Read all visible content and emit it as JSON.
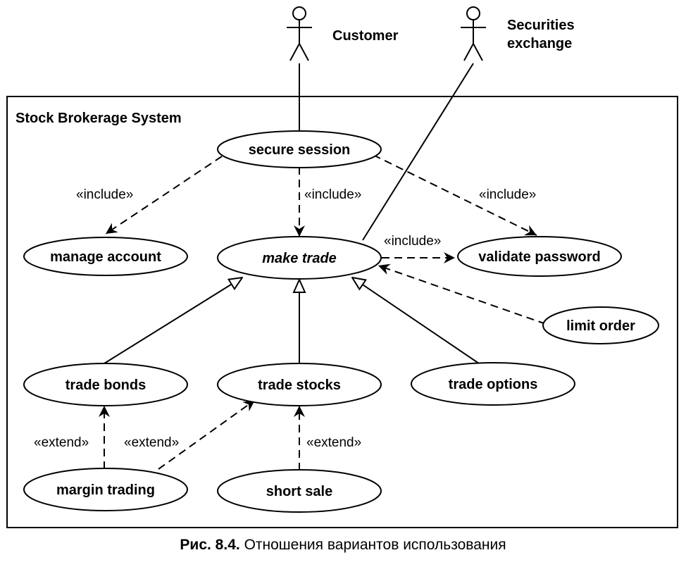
{
  "system": {
    "name": "Stock Brokerage System"
  },
  "actors": [
    {
      "id": "customer",
      "lines": [
        "Customer"
      ]
    },
    {
      "id": "exchange",
      "lines": [
        "Securities",
        "exchange"
      ]
    }
  ],
  "use_cases": [
    {
      "id": "secure_session",
      "label": "secure session",
      "abstract": false
    },
    {
      "id": "manage_account",
      "label": "manage account",
      "abstract": false
    },
    {
      "id": "make_trade",
      "label": "make trade",
      "abstract": true
    },
    {
      "id": "validate_password",
      "label": "validate password",
      "abstract": false
    },
    {
      "id": "limit_order",
      "label": "limit order",
      "abstract": false
    },
    {
      "id": "trade_bonds",
      "label": "trade bonds",
      "abstract": false
    },
    {
      "id": "trade_stocks",
      "label": "trade stocks",
      "abstract": false
    },
    {
      "id": "trade_options",
      "label": "trade options",
      "abstract": false
    },
    {
      "id": "margin_trading",
      "label": "margin trading",
      "abstract": false
    },
    {
      "id": "short_sale",
      "label": "short sale",
      "abstract": false
    }
  ],
  "relationships": [
    {
      "from": "customer",
      "to": "secure_session",
      "type": "association",
      "label": ""
    },
    {
      "from": "exchange",
      "to": "make_trade",
      "type": "association",
      "label": ""
    },
    {
      "from": "secure_session",
      "to": "manage_account",
      "type": "include",
      "label": "«include»"
    },
    {
      "from": "secure_session",
      "to": "make_trade",
      "type": "include",
      "label": "«include»"
    },
    {
      "from": "secure_session",
      "to": "validate_password",
      "type": "include",
      "label": "«include»"
    },
    {
      "from": "make_trade",
      "to": "validate_password",
      "type": "include",
      "label": "«include»"
    },
    {
      "from": "limit_order",
      "to": "make_trade",
      "type": "dependency",
      "label": ""
    },
    {
      "from": "trade_bonds",
      "to": "make_trade",
      "type": "generalization",
      "label": ""
    },
    {
      "from": "trade_stocks",
      "to": "make_trade",
      "type": "generalization",
      "label": ""
    },
    {
      "from": "trade_options",
      "to": "make_trade",
      "type": "generalization",
      "label": ""
    },
    {
      "from": "margin_trading",
      "to": "trade_bonds",
      "type": "extend",
      "label": "«extend»"
    },
    {
      "from": "margin_trading",
      "to": "trade_stocks",
      "type": "extend",
      "label": "«extend»"
    },
    {
      "from": "short_sale",
      "to": "trade_stocks",
      "type": "extend",
      "label": "«extend»"
    }
  ],
  "caption": {
    "number": "Рис. 8.4.",
    "text": "Отношения вариантов использования"
  }
}
